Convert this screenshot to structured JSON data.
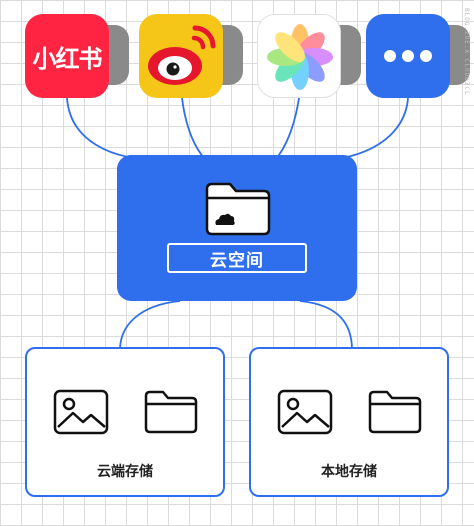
{
  "apps": [
    {
      "name": "小红书",
      "icon": "xiaohongshu-icon",
      "color": "#ff2442"
    },
    {
      "name": "weibo",
      "icon": "weibo-icon",
      "color": "#f5c518"
    },
    {
      "name": "photos",
      "icon": "photos-pinwheel-icon",
      "color": "#ffffff"
    },
    {
      "name": "more",
      "icon": "more-dots-icon",
      "color": "#2f6fee"
    }
  ],
  "cloud_space": {
    "label": "云空间",
    "color": "#2f6fee"
  },
  "storages": [
    {
      "label": "云端存储"
    },
    {
      "label": "本地存储"
    }
  ],
  "watermark": "BLOG.ZOE.X CLOUDZCL"
}
